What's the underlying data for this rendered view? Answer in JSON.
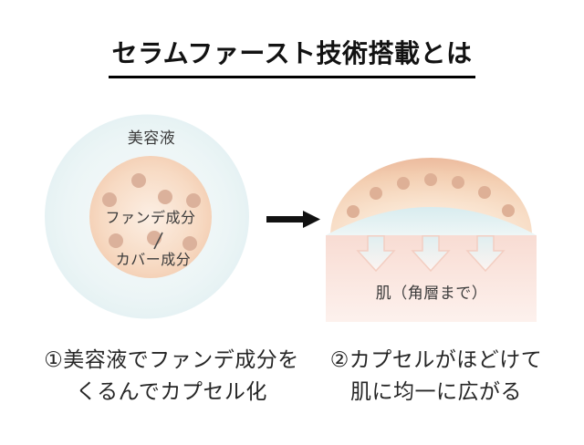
{
  "title": {
    "text": "セラムファースト技術搭載とは"
  },
  "diagram_left": {
    "outer_label": "美容液",
    "inner_label_top": "ファンデ成分",
    "inner_label_bottom": "カバー成分"
  },
  "diagram_right": {
    "skin_label": "肌（角層まで）"
  },
  "captions": {
    "step1_line1": "①美容液でファンデ成分を",
    "step1_line2": "くるんでカプセル化",
    "step2_line1": "②カプセルがほどけて",
    "step2_line2": "肌に均一に広がる"
  },
  "colors": {
    "serum_blue_edge": "#d9ecee",
    "serum_blue_center": "#f7fbfb",
    "capsule_peach_edge": "#efbf9f",
    "capsule_peach_center": "#fcefe4",
    "capsule_dot": "#dbb19b",
    "dome_peach_edge": "#edbda0",
    "dome_dot": "#deb096",
    "lens_blue": "#d8ecef",
    "skin_pink_top": "#f8dcd3",
    "skin_pink_bottom": "#fdf1ed",
    "arrow_outline_pink": "#f3cec2",
    "transition_arrow_black": "#111111",
    "text_dark": "#262626"
  }
}
